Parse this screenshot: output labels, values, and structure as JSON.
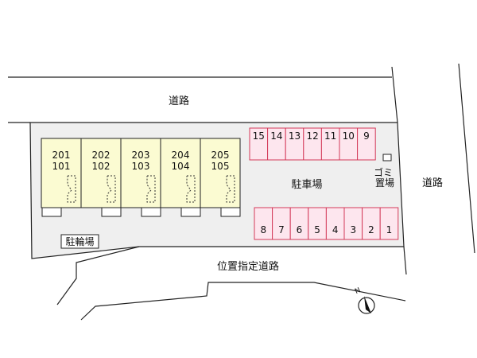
{
  "labels": {
    "road_top": "道路",
    "road_right": "道路",
    "road_bottom": "位置指定道路",
    "parking": "駐車場",
    "bicycle": "駐輪場",
    "garbage": "ゴミ置場",
    "north": "N"
  },
  "units": [
    {
      "upper": "201",
      "lower": "101"
    },
    {
      "upper": "202",
      "lower": "102"
    },
    {
      "upper": "203",
      "lower": "103"
    },
    {
      "upper": "204",
      "lower": "104"
    },
    {
      "upper": "205",
      "lower": "105"
    }
  ],
  "parking_top": [
    "15",
    "14",
    "13",
    "12",
    "11",
    "10",
    "9"
  ],
  "parking_bottom": [
    "8",
    "7",
    "6",
    "5",
    "4",
    "3",
    "2",
    "1"
  ],
  "colors": {
    "lot": "#efefef",
    "unit": "#fbfbd2",
    "parking_fill": "#fde6ee",
    "parking_stroke": "#d43b5a",
    "line": "#222222"
  }
}
